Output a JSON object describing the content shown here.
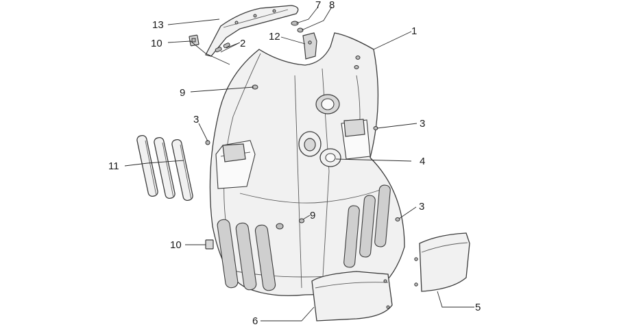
{
  "callouts": [
    {
      "id": "c1",
      "label": "1"
    },
    {
      "id": "c2",
      "label": "2"
    },
    {
      "id": "c3a",
      "label": "3"
    },
    {
      "id": "c3b",
      "label": "3"
    },
    {
      "id": "c3c",
      "label": "3"
    },
    {
      "id": "c4",
      "label": "4"
    },
    {
      "id": "c5",
      "label": "5"
    },
    {
      "id": "c6",
      "label": "6"
    },
    {
      "id": "c7",
      "label": "7"
    },
    {
      "id": "c8",
      "label": "8"
    },
    {
      "id": "c9a",
      "label": "9"
    },
    {
      "id": "c9b",
      "label": "9"
    },
    {
      "id": "c10a",
      "label": "10"
    },
    {
      "id": "c10b",
      "label": "10"
    },
    {
      "id": "c11",
      "label": "11"
    },
    {
      "id": "c12",
      "label": "12"
    },
    {
      "id": "c13",
      "label": "13"
    }
  ]
}
